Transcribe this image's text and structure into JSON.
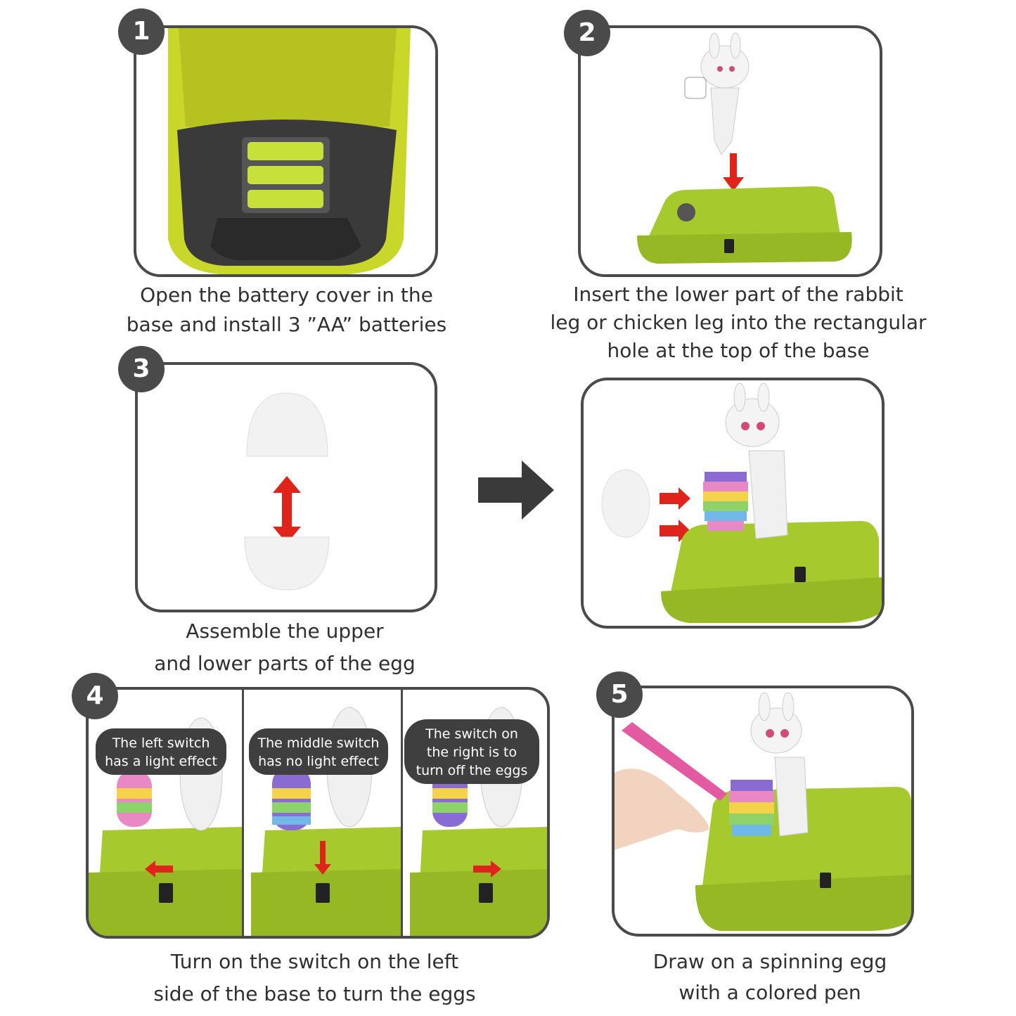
{
  "steps": [
    {
      "number": "1",
      "caption": [
        "Open the battery cover in the",
        "base and install 3 ”AA” batteries"
      ]
    },
    {
      "number": "2",
      "caption": [
        "Insert the lower part of the rabbit",
        "leg or chicken leg into the rectangular",
        "hole at the top of the base"
      ]
    },
    {
      "number": "3",
      "caption": [
        "Assemble the upper",
        "and lower parts of the egg"
      ]
    },
    {
      "number": "4",
      "caption": [
        "Turn on the switch on the left",
        "side of the base to turn the eggs"
      ],
      "switch_modes": [
        [
          "The left switch",
          "has a light effect"
        ],
        [
          "The middle switch",
          "has no light effect"
        ],
        [
          "The switch on",
          "the right is to",
          "turn off the eggs"
        ]
      ]
    },
    {
      "number": "5",
      "caption": [
        "Draw on a spinning egg",
        "with a colored pen"
      ]
    }
  ],
  "colors": {
    "outline": "#4a4a4a",
    "base_green": "#a6c92e",
    "arrow_red": "#e0241b",
    "battery_green": "#c7e03a"
  },
  "icons": {
    "flow_arrow": "right-arrow-icon"
  }
}
